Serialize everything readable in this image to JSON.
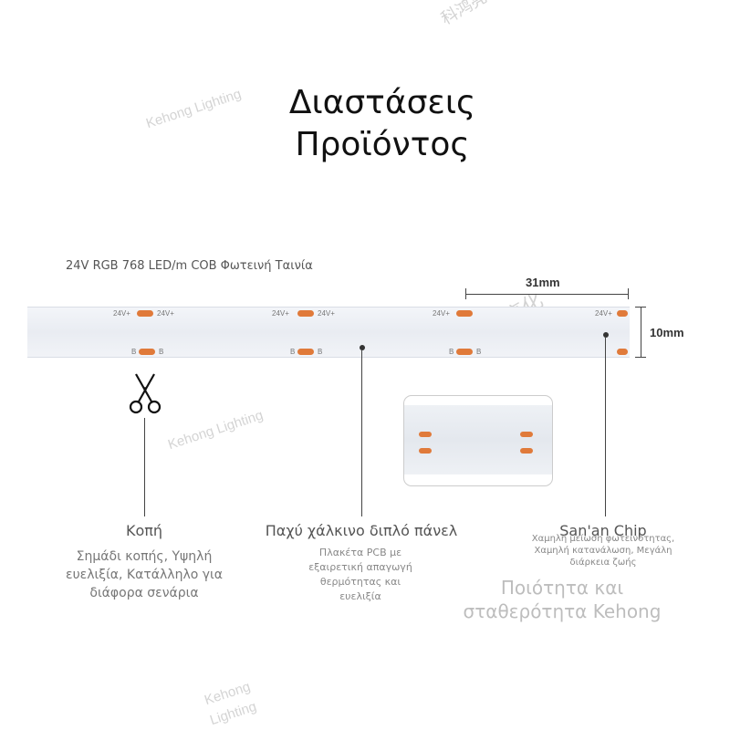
{
  "title": {
    "line1": "Διαστάσεις",
    "line2": "Προϊόντος"
  },
  "product_name": "24V RGB 768 LED/m COB Φωτεινή Ταινία",
  "watermarks": {
    "brand": "Kehong Lighting",
    "brand_line1": "Kehong",
    "brand_line2": "Lighting",
    "chinese": "科鸿亮化"
  },
  "strip": {
    "pad_label_top_left": "24V+",
    "pad_label_top_right": "24V+",
    "pad_label_bottom": "B"
  },
  "dimensions": {
    "length": "31mm",
    "width": "10mm"
  },
  "features": {
    "cut": {
      "icon": "scissors-icon",
      "heading": "Κοπή",
      "description": "Σημάδι κοπής, Υψηλή ευελιξία, Κατάλληλο για διάφορα σενάρια"
    },
    "pcb": {
      "heading": "Παχύ χάλκινο διπλό πάνελ",
      "description": "Πλακέτα PCB με εξαιρετική απαγωγή θερμότητας και ευελιξία"
    },
    "chip": {
      "heading": "San'an Chip",
      "description": "Χαμηλή μείωση φωτεινότητας, Χαμηλή κατανάλωση, Μεγάλη διάρκεια ζωής"
    }
  },
  "quality": {
    "line1": "Ποιότητα και",
    "line2": "σταθερότητα Kehong"
  },
  "colors": {
    "pad": "#e07a3a",
    "strip": "#eceff4",
    "text": "#222222",
    "muted": "#777777"
  }
}
